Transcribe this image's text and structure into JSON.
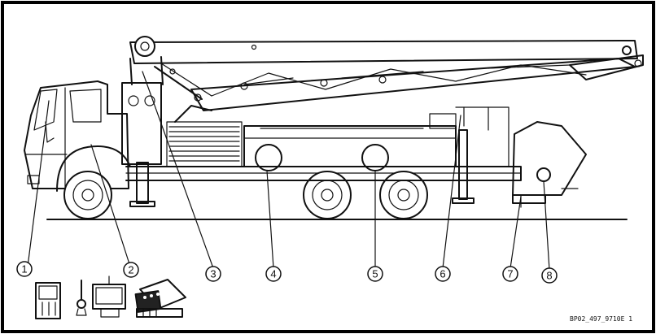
{
  "callouts": [
    {
      "number": "1"
    },
    {
      "number": "2"
    },
    {
      "number": "3"
    },
    {
      "number": "4"
    },
    {
      "number": "5"
    },
    {
      "number": "6"
    },
    {
      "number": "7"
    },
    {
      "number": "8"
    }
  ],
  "drawing_reference": "BP02_497_9710E 1"
}
